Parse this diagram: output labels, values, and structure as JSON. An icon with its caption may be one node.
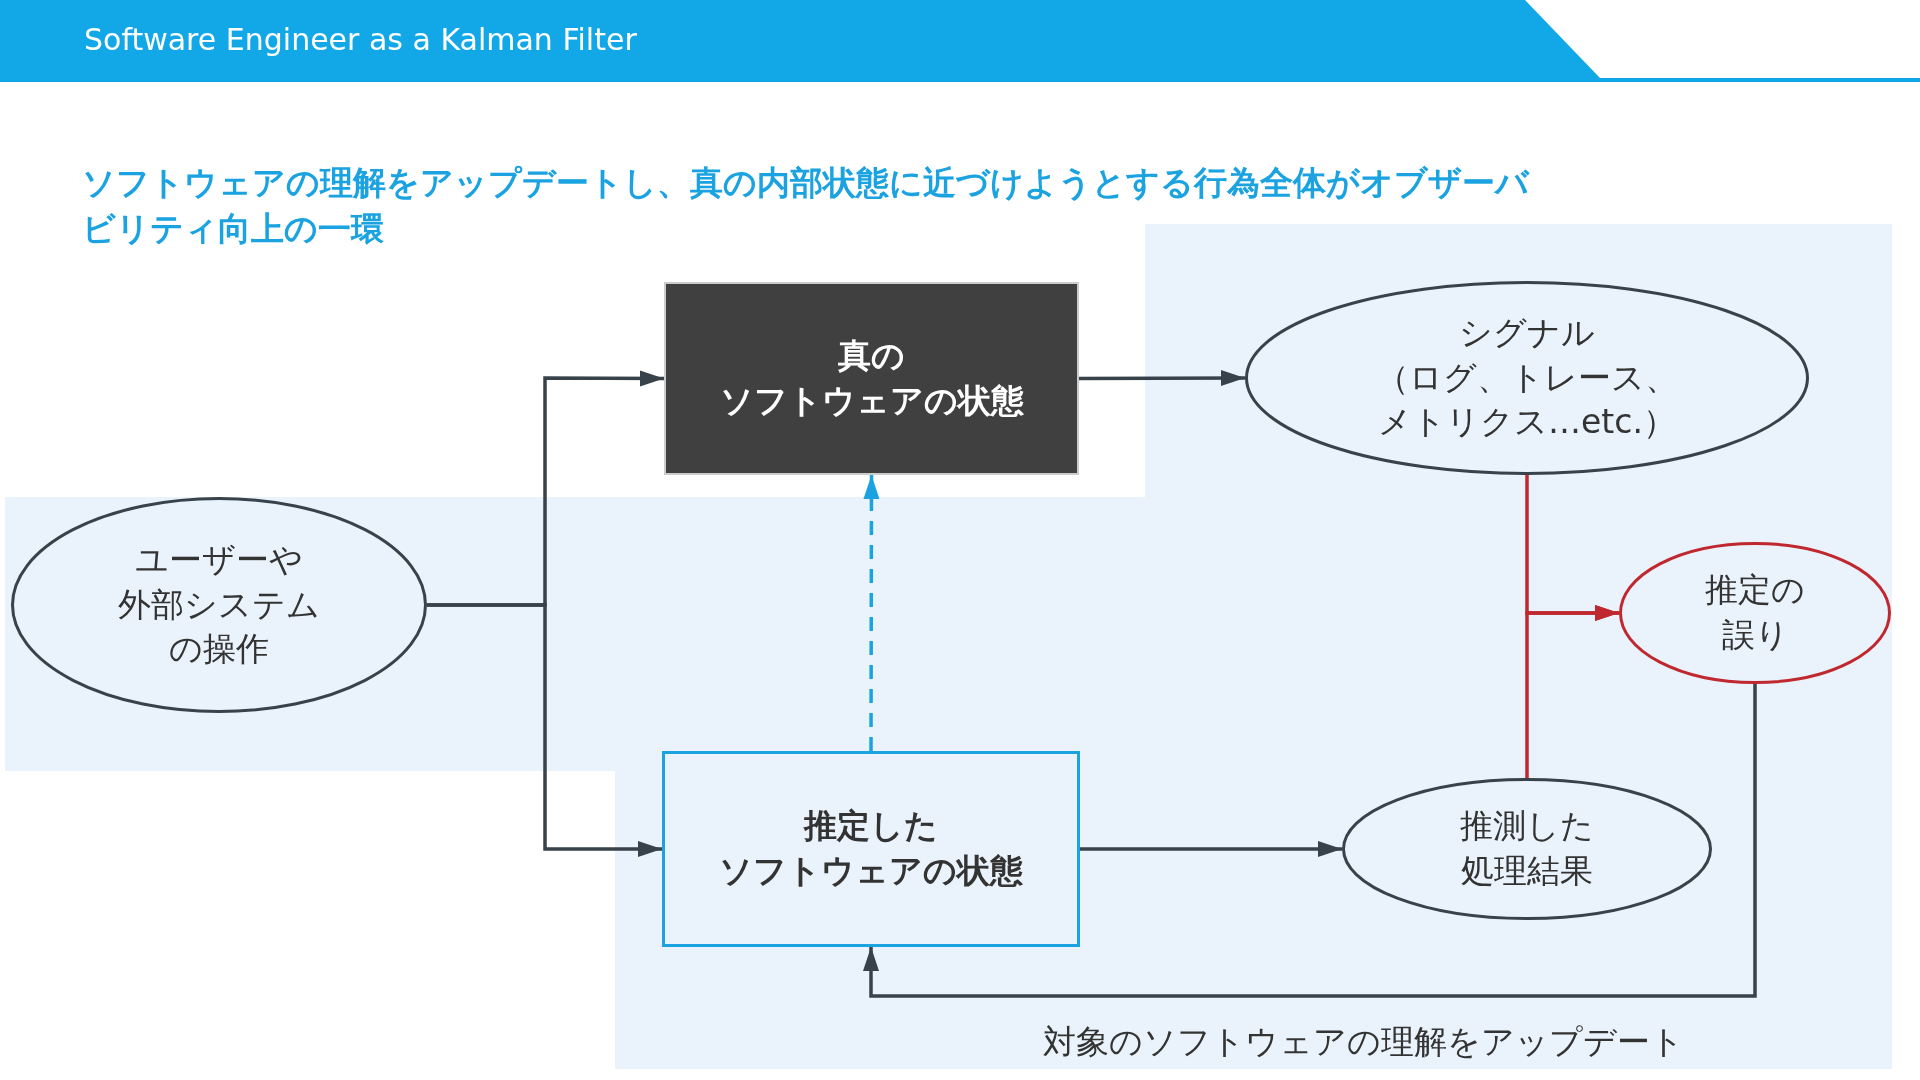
{
  "diagram": {
    "title": "Software Engineer as a Kalman Filter",
    "nodes": [
      {
        "text": [
          "ユーザーや外部システムの操作"
        ]
      },
      {
        "text": [
          "真のソフトウェアの状態"
        ]
      },
      {
        "text": [
          "シグナル（ログ、トレース、メトリクス…etc.）"
        ]
      },
      {
        "text": [
          "推定したソフトウェアの状態"
        ]
      },
      {
        "text": [
          "推測した処理結果"
        ]
      },
      {
        "text": [
          "推定の誤り"
        ]
      }
    ],
    "edges": [
      {
        "from": 0,
        "to": 1,
        "arrow": "to"
      },
      {
        "from": 0,
        "to": 3,
        "arrow": "to"
      },
      {
        "from": 3,
        "to": 1,
        "arrow": "to",
        "style": "dashed",
        "color": "#1aa3e0"
      },
      {
        "from": 1,
        "to": 2,
        "arrow": "to"
      },
      {
        "from": 3,
        "to": 4,
        "arrow": "to"
      },
      {
        "from": 2,
        "to": 5,
        "arrow": "to",
        "color": "#c0282f"
      },
      {
        "from": 4,
        "to": 5,
        "arrow": "to",
        "color": "#c0282f"
      },
      {
        "from": 5,
        "to": 3,
        "arrow": "to",
        "label": "対象のソフトウェアの理解をアップデート"
      }
    ],
    "labels": [
      "ソフトウェアの理解をアップデートし、真の内部状態に近づけようとする行為全体がオブザーバビリティ向上の一環"
    ]
  }
}
